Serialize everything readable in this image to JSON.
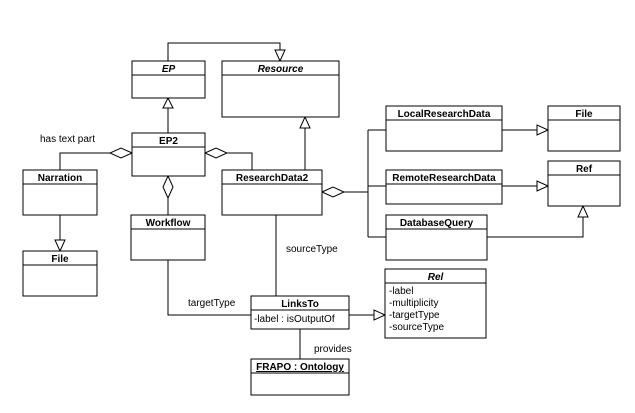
{
  "classes": {
    "ep": {
      "name": "EP",
      "abstract": true
    },
    "resource": {
      "name": "Resource",
      "abstract": true
    },
    "ep2": {
      "name": "EP2"
    },
    "narration": {
      "name": "Narration"
    },
    "file_left": {
      "name": "File"
    },
    "workflow": {
      "name": "Workflow"
    },
    "researchdata2": {
      "name": "ResearchData2"
    },
    "localresearchdata": {
      "name": "LocalResearchData"
    },
    "remoteresearchdata": {
      "name": "RemoteResearchData"
    },
    "databasequery": {
      "name": "DatabaseQuery"
    },
    "file_right": {
      "name": "File"
    },
    "ref": {
      "name": "Ref"
    },
    "rel": {
      "name": "Rel",
      "abstract": true,
      "attributes": [
        "-label",
        "-multiplicity",
        "-targetType",
        "-sourceType"
      ]
    },
    "linksto": {
      "name": "LinksTo",
      "attributes": [
        "-label : isOutputOf"
      ]
    },
    "frapo": {
      "name": "FRAPO : Ontology"
    }
  },
  "edge_labels": {
    "has_text_part": "has text part",
    "source_type": "sourceType",
    "target_type": "targetType",
    "provides": "provides"
  }
}
